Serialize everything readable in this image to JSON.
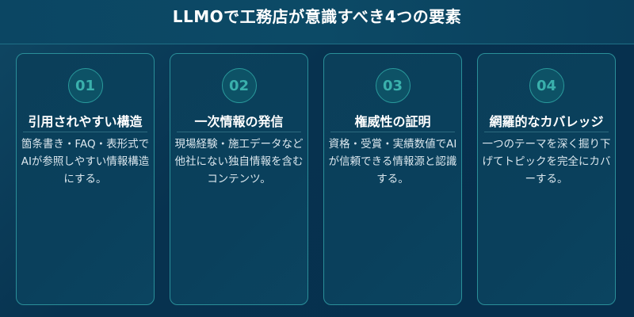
{
  "header": {
    "title": "LLMOで工務店が意識すべき4つの要素"
  },
  "cards": [
    {
      "number": "01",
      "title": "引用されやすい構造",
      "description": "箇条書き・FAQ・表形式でAIが参照しやすい情報構造にする。"
    },
    {
      "number": "02",
      "title": "一次情報の発信",
      "description": "現場経験・施工データなど他社にない独自情報を含むコンテンツ。"
    },
    {
      "number": "03",
      "title": "権威性の証明",
      "description": "資格・受賞・実績数値でAIが信頼できる情報源と認識する。"
    },
    {
      "number": "04",
      "title": "網羅的なカバレッジ",
      "description": "一つのテーマを深く掘り下げてトピックを完全にカバーする。"
    }
  ],
  "colors": {
    "background": "#07324f",
    "card_border": "#2a8f99",
    "badge_text": "#3ab0ac",
    "title_text": "#ffffff"
  }
}
